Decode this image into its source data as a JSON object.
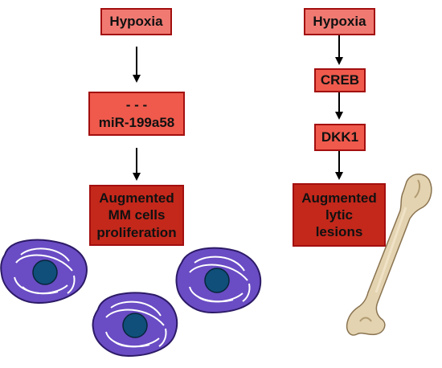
{
  "left_pathway": {
    "top_box": "Hypoxia",
    "mid_box_lines": [
      "- - -",
      "miR-199a58"
    ],
    "result_box_lines": [
      "Augmented",
      "MM cells",
      "proliferation"
    ]
  },
  "right_pathway": {
    "top_box": "Hypoxia",
    "second_box": "CREB",
    "third_box": "DKK1",
    "result_box_lines": [
      "Augmented",
      "lytic",
      "lesions"
    ]
  },
  "colors": {
    "light_box": "#f07a72",
    "mid_box": "#ef5a4c",
    "dark_box": "#c3281b",
    "box_border": "#a30f0f",
    "cell_body": "#6a4cc4",
    "cell_nucleus": "#0f4f7a",
    "bone": "#e3d3b0"
  },
  "icons": {
    "cells": "myeloma-cell-icon",
    "bone": "femur-bone-icon"
  }
}
